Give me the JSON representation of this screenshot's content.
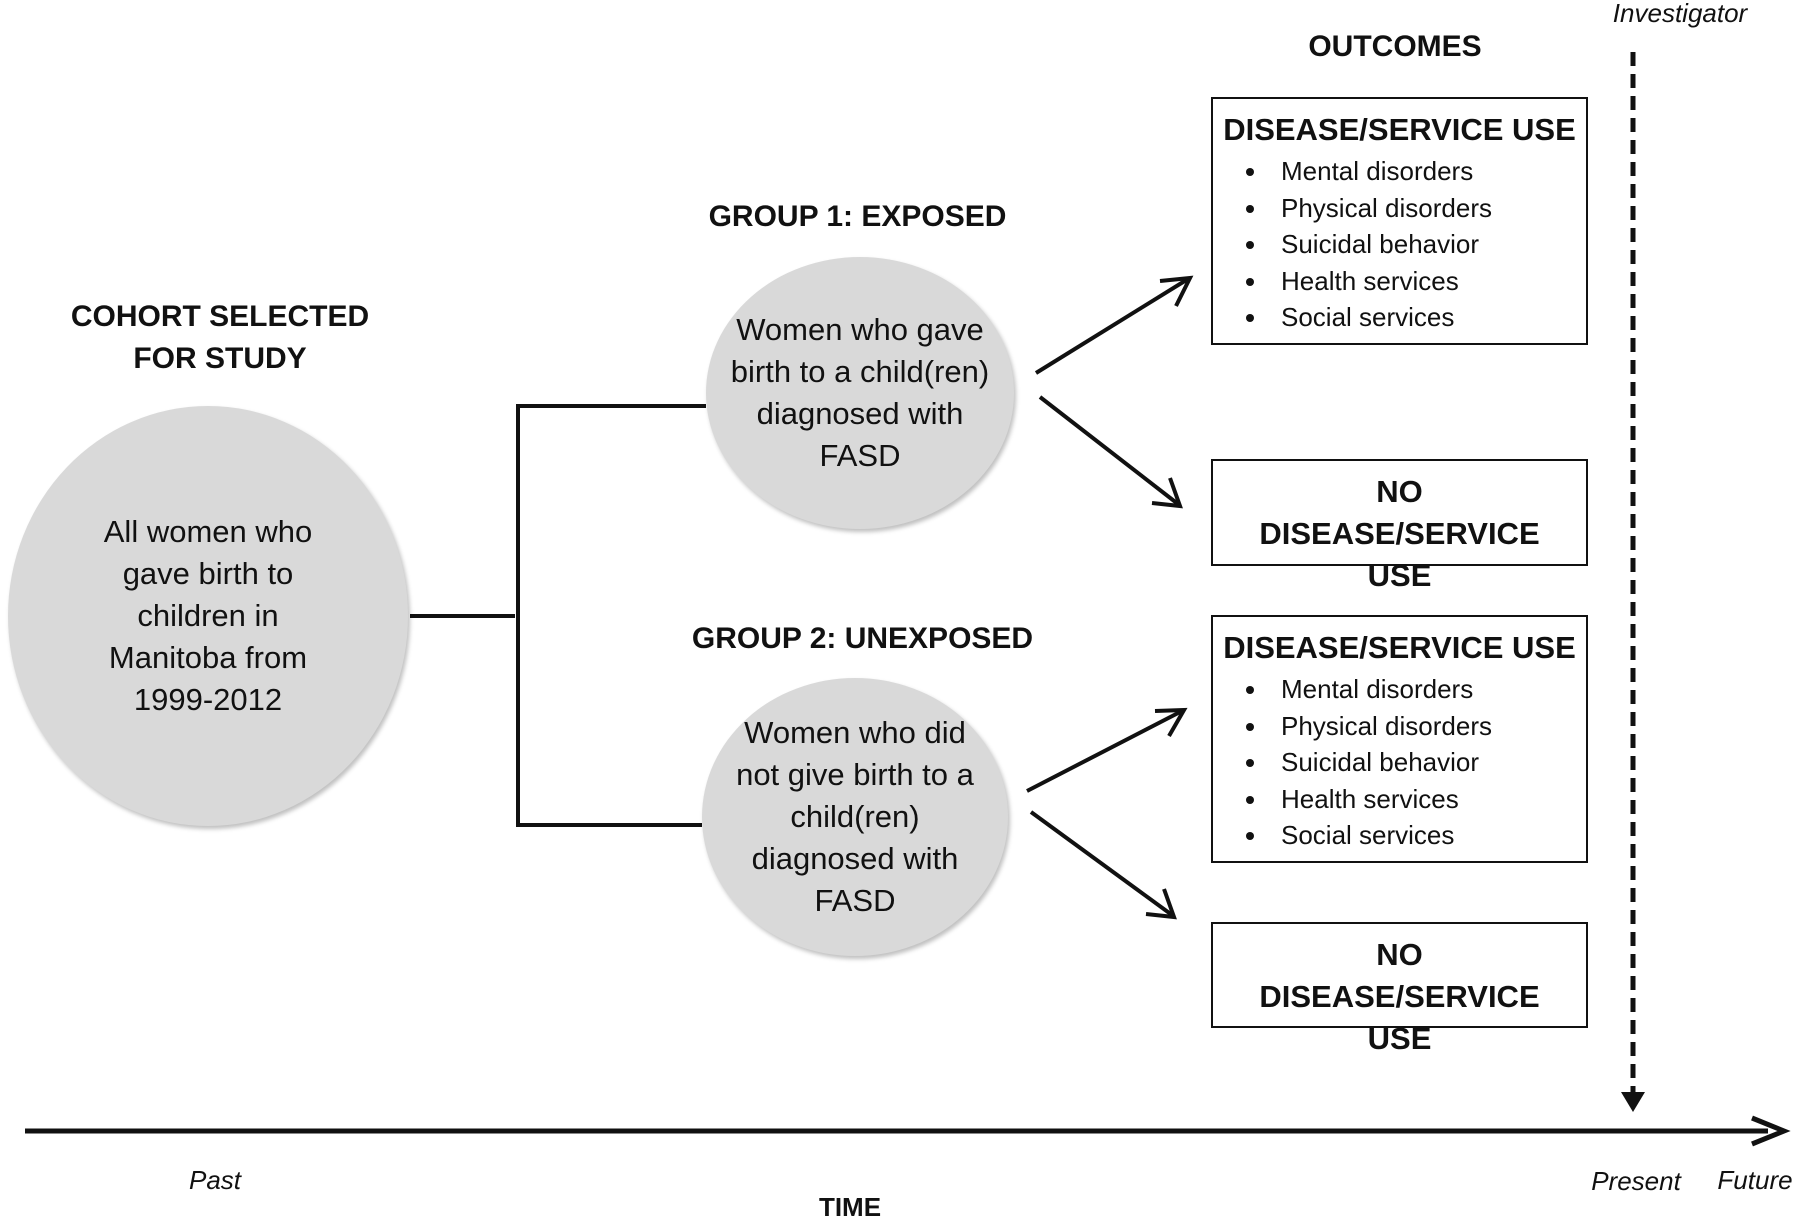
{
  "cohort": {
    "heading": "COHORT SELECTED FOR STUDY",
    "text": "All women who gave birth to children in Manitoba from 1999-2012"
  },
  "group1": {
    "heading": "GROUP 1: EXPOSED",
    "text": "Women who gave birth to a child(ren) diagnosed with FASD"
  },
  "group2": {
    "heading": "GROUP 2: UNEXPOSED",
    "text": "Women who did not give birth to a child(ren) diagnosed with FASD"
  },
  "outcomes_heading": "OUTCOMES",
  "outcome_boxes": [
    {
      "title": "DISEASE/SERVICE USE",
      "items": [
        "Mental disorders",
        "Physical disorders",
        "Suicidal behavior",
        "Health services",
        "Social services"
      ]
    },
    {
      "title": "NO DISEASE/SERVICE USE"
    },
    {
      "title": "DISEASE/SERVICE USE",
      "items": [
        "Mental disorders",
        "Physical disorders",
        "Suicidal behavior",
        "Health services",
        "Social services"
      ]
    },
    {
      "title": "NO DISEASE/SERVICE USE"
    }
  ],
  "investigator_label": "Investigator",
  "timeline": {
    "label": "TIME",
    "past": "Past",
    "present": "Present",
    "future": "Future"
  }
}
